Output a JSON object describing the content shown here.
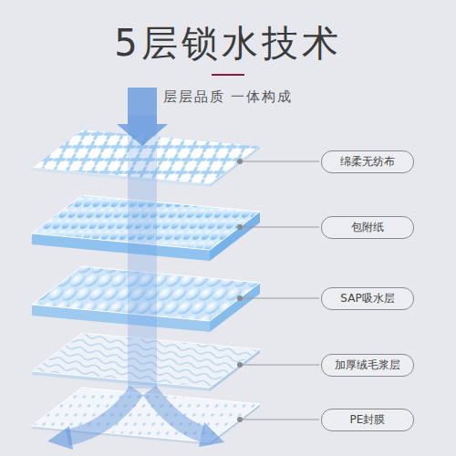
{
  "diagram": {
    "title": "5层锁水技术",
    "nodes": [
      {
        "text": [
          "绵柔无纺布"
        ]
      },
      {
        "text": [
          "包附纸"
        ]
      },
      {
        "text": [
          "SAP吸水层"
        ]
      },
      {
        "text": [
          "加厚绒毛浆层"
        ]
      },
      {
        "text": [
          "PE封膜"
        ]
      }
    ],
    "labels": [
      "层层品质 一体构成"
    ]
  }
}
